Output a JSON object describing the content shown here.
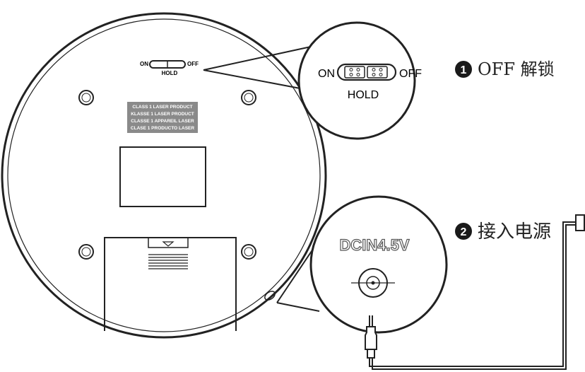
{
  "device": {
    "hold_switch_small": {
      "on": "ON",
      "off": "OFF",
      "hold": "HOLD"
    },
    "label_lines": [
      "CLASS 1 LASER PRODUCT",
      "KLASSE 1 LASER PRODUCT",
      "CLASSE 1 APPAREIL LASER",
      "CLASE 1 PRODUCTO LASER"
    ]
  },
  "hold_callout": {
    "on": "ON",
    "off": "OFF",
    "hold": "HOLD"
  },
  "steps": [
    {
      "number": "1",
      "text": "OFF 解锁"
    },
    {
      "number": "2",
      "text": "接入电源"
    }
  ],
  "power_callout": {
    "label": "DCIN4.5V"
  },
  "colors": {
    "line": "#222222",
    "badge": "#1a1a1a",
    "label_box": "#8a8a8a"
  },
  "icons": [
    "hold-switch-icon",
    "dc-jack-icon",
    "dc-plug-icon",
    "battery-cover-icon"
  ]
}
